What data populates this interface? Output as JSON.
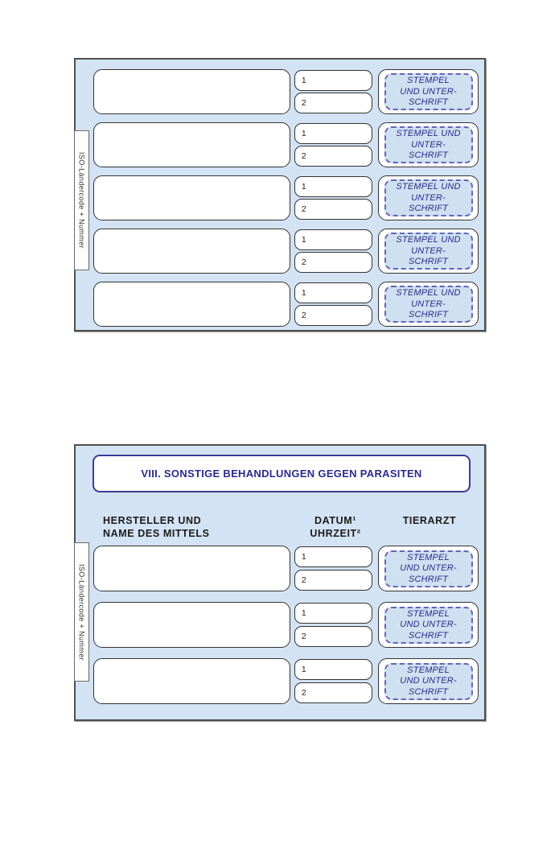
{
  "colors": {
    "panel_bg": "#d3e3f3",
    "panel_border": "#4f4f4f",
    "box_border": "#333333",
    "stamp_fill": "#cfe0f1",
    "stamp_border": "#6565b5",
    "ink_blue": "#2b2b8a",
    "header_text": "#1a1a1a"
  },
  "top_panel": {
    "side_label": "ISO-Ländercode + Nummer",
    "rows": [
      {
        "num1": "1",
        "num2": "2",
        "stamp": [
          "STEMPEL",
          "UND UNTER-",
          "SCHRIFT"
        ]
      },
      {
        "num1": "1",
        "num2": "2",
        "stamp": [
          "STEMPEL UND",
          "UNTER-",
          "SCHRIFT"
        ]
      },
      {
        "num1": "1",
        "num2": "2",
        "stamp": [
          "STEMPEL UND",
          "UNTER-",
          "SCHRIFT"
        ]
      },
      {
        "num1": "1",
        "num2": "2",
        "stamp": [
          "STEMPEL UND",
          "UNTER-",
          "SCHRIFT"
        ]
      },
      {
        "num1": "1",
        "num2": "2",
        "stamp": [
          "STEMPEL UND",
          "UNTER-",
          "SCHRIFT"
        ]
      }
    ]
  },
  "section_viii": {
    "title": "VIII. SONSTIGE BEHANDLUNGEN GEGEN PARASITEN",
    "column_headers": {
      "manufacturer_line1": "HERSTELLER UND",
      "manufacturer_line2": "NAME DES MITTELS",
      "datetime_line1": "DATUM¹",
      "datetime_line2": "UHRZEIT²",
      "vet": "TIERARZT"
    },
    "side_label": "ISO-Ländercode + Nummer",
    "rows": [
      {
        "num1": "1",
        "num2": "2",
        "stamp": [
          "STEMPEL",
          "UND UNTER-",
          "SCHRIFT"
        ]
      },
      {
        "num1": "1",
        "num2": "2",
        "stamp": [
          "STEMPEL",
          "UND UNTER-",
          "SCHRIFT"
        ]
      },
      {
        "num1": "1",
        "num2": "2",
        "stamp": [
          "STEMPEL",
          "UND UNTER-",
          "SCHRIFT"
        ]
      }
    ]
  }
}
